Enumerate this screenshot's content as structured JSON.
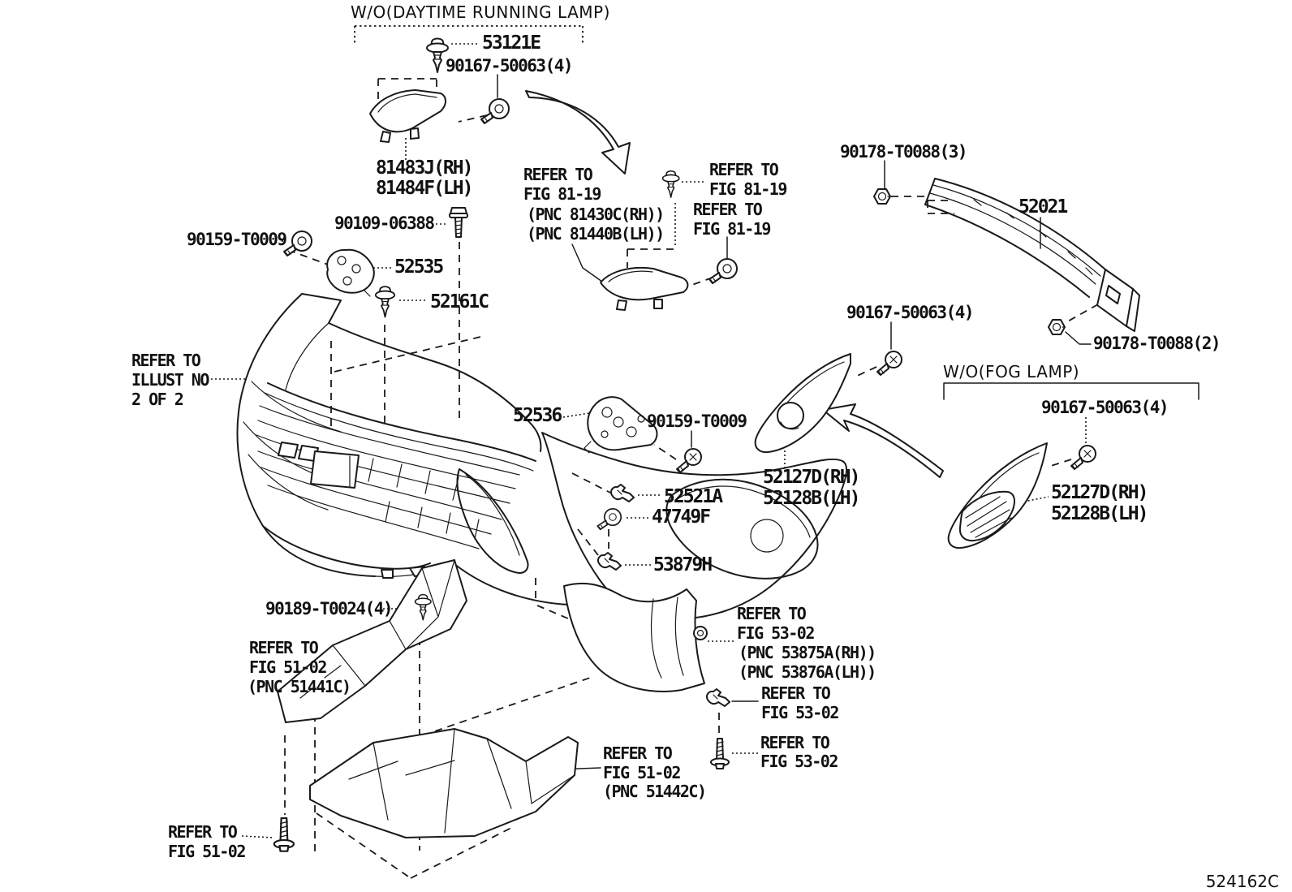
{
  "diagram": {
    "code": "524162C",
    "background": "#ffffff",
    "line_color": "#1a1a1a"
  },
  "headers": {
    "wo_daytime_running_lamp": "W/O(DAYTIME RUNNING LAMP)",
    "wo_fog_lamp": "W/O(FOG LAMP)"
  },
  "parts": {
    "clip_53121e": "53121E",
    "screw_90167_50063": "90167-50063(4)",
    "lamp_81483j_rh": "81483J(RH)",
    "lamp_81484f_lh": "81484F(LH)",
    "nut_90178_t0088_3": "90178-T0088(3)",
    "reinforcement_52021": "52021",
    "nut_90178_t0088_2": "90178-T0088(2)",
    "bolt_90109_06388": "90109-06388",
    "grommet_90159_t0009": "90159-T0009",
    "bracket_52535": "52535",
    "clip_52161c": "52161C",
    "bracket_52536": "52536",
    "retainer_52521a": "52521A",
    "grommet_47749f": "47749F",
    "clip_53879h": "53879H",
    "bezel_52127d_rh": "52127D(RH)",
    "bezel_52128b_lh": "52128B(LH)",
    "clip_90189_t0024": "90189-T0024(4)"
  },
  "notes": {
    "refer_to": "REFER TO",
    "fig_81_19": "FIG 81-19",
    "fig_51_02": "FIG 51-02",
    "fig_53_02": "FIG 53-02",
    "illust_no": "ILLUST NO",
    "illust_2_of_2": "2 OF 2",
    "pnc_81430c_rh": "(PNC 81430C(RH))",
    "pnc_81440b_lh": "(PNC 81440B(LH))",
    "pnc_51441c": "(PNC 51441C)",
    "pnc_51442c": "(PNC 51442C)",
    "pnc_53875a_rh": "(PNC 53875A(RH))",
    "pnc_53876a_lh": "(PNC 53876A(LH))"
  }
}
